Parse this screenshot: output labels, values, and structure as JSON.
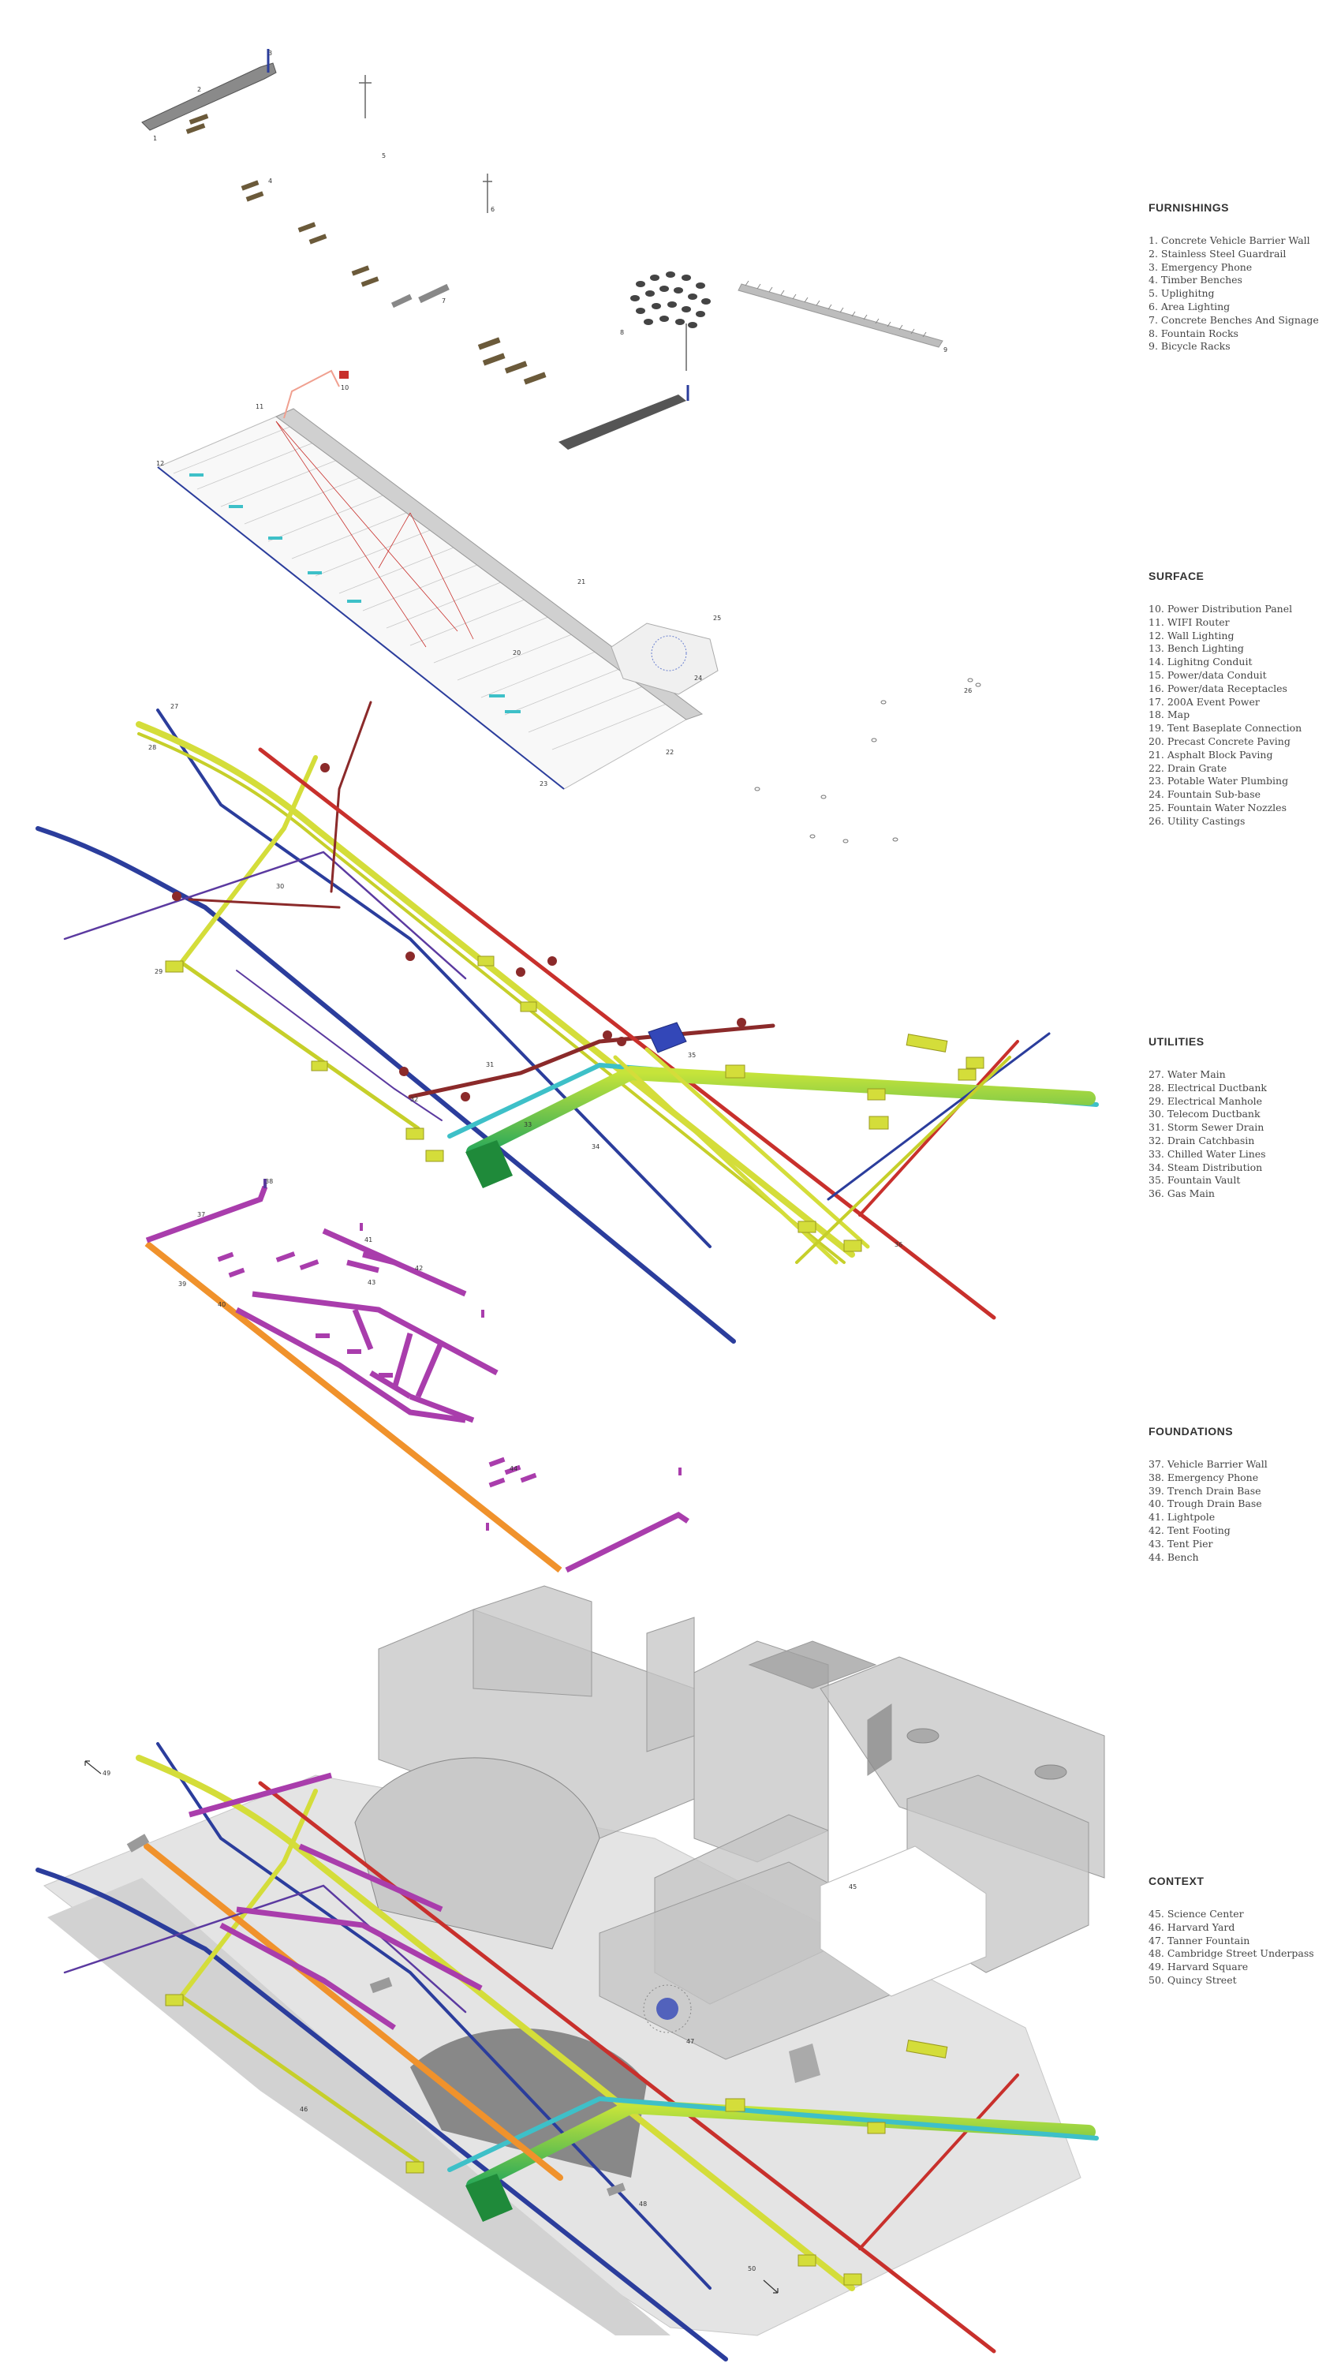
{
  "legend": {
    "furnishings": {
      "heading": "FURNISHINGS",
      "items": [
        "1. Concrete Vehicle Barrier Wall",
        "2. Stainless Steel Guardrail",
        "3. Emergency Phone",
        "4. Timber Benches",
        "5. Uplighitng",
        "6. Area Lighting",
        "7. Concrete Benches And Signage",
        "8. Fountain Rocks",
        "9. Bicycle Racks"
      ]
    },
    "surface": {
      "heading": "SURFACE",
      "items": [
        "10. Power Distribution Panel",
        "11. WIFI Router",
        "12. Wall Lighting",
        "13. Bench Lighting",
        "14. Lighitng Conduit",
        "15. Power/data Conduit",
        "16. Power/data Receptacles",
        "17. 200A Event Power",
        "18. Map",
        "19. Tent Baseplate Connection",
        "20. Precast Concrete Paving",
        "21. Asphalt Block Paving",
        "22. Drain Grate",
        "23. Potable Water Plumbing",
        "24. Fountain Sub-base",
        "25. Fountain Water Nozzles",
        "26. Utility Castings"
      ]
    },
    "utilities": {
      "heading": "UTILITIES",
      "items": [
        "27. Water Main",
        "28. Electrical Ductbank",
        "29. Electrical Manhole",
        "30. Telecom Ductbank",
        "31. Storm Sewer Drain",
        "32. Drain Catchbasin",
        "33. Chilled Water Lines",
        "34. Steam Distribution",
        "35. Fountain Vault",
        "36. Gas Main"
      ]
    },
    "foundations": {
      "heading": "FOUNDATIONS",
      "items": [
        "37. Vehicle Barrier Wall",
        "38. Emergency Phone",
        "39. Trench Drain Base",
        "40. Trough Drain Base",
        "41. Lightpole",
        "42. Tent Footing",
        "43. Tent Pier",
        "44. Bench"
      ]
    },
    "context": {
      "heading": "CONTEXT",
      "items": [
        "45. Science Center",
        "46. Harvard Yard",
        "47. Tanner Fountain",
        "48. Cambridge Street Underpass",
        "49. Harvard Square",
        "50. Quincy Street"
      ]
    }
  },
  "callouts": {
    "n1": "1",
    "n2": "2",
    "n3": "3",
    "n4": "4",
    "n5": "5",
    "n6": "6",
    "n7": "7",
    "n8": "8",
    "n9": "9",
    "n10": "10",
    "n11": "11",
    "n12": "12",
    "n20": "20",
    "n21": "21",
    "n22": "22",
    "n23": "23",
    "n24": "24",
    "n25": "25",
    "n26": "26",
    "n27": "27",
    "n28": "28",
    "n29": "29",
    "n30": "30",
    "n31": "31",
    "n32": "32",
    "n33": "33",
    "n34": "34",
    "n35": "35",
    "n36": "36",
    "n37": "37",
    "n38": "38",
    "n39": "39",
    "n40": "40",
    "n41": "41",
    "n42": "42",
    "n43": "43",
    "n44": "44",
    "n45": "45",
    "n46": "46",
    "n47": "47",
    "n48": "48",
    "n49": "49",
    "n50": "50"
  },
  "colors": {
    "water": "#2b3d9c",
    "electrical": "#d4dd3a",
    "telecom": "#5b3aa0",
    "storm": "#8b2a2a",
    "chilled": "#3ec0c8",
    "steam": "#4cc25a",
    "gas": "#c8302c",
    "foundation": "#a93dac",
    "trench": "#f0922c"
  }
}
